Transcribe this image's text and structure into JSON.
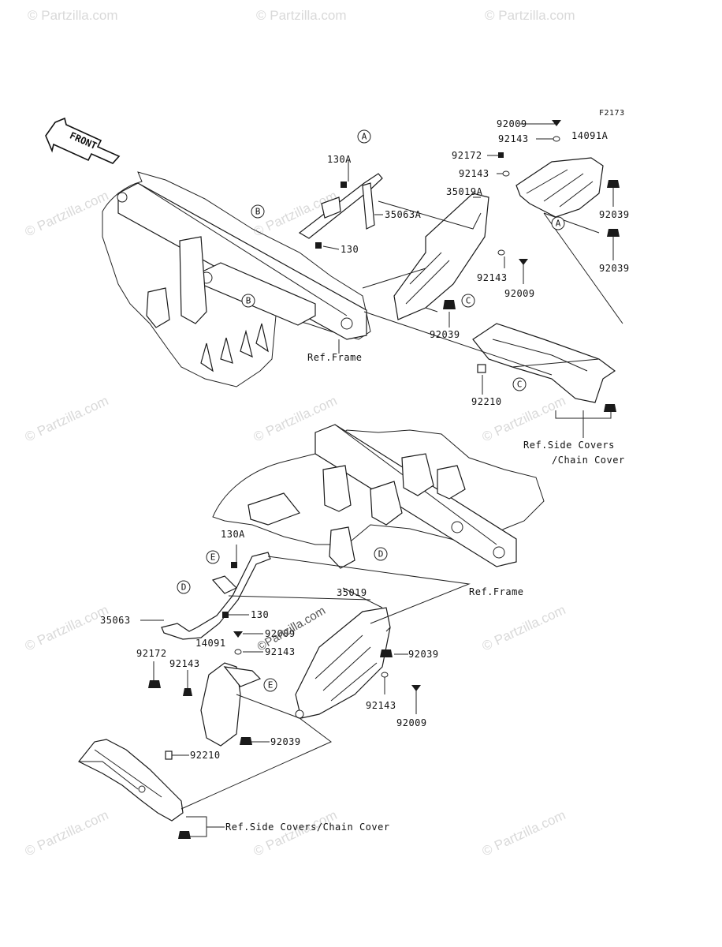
{
  "figure_code": "F2173",
  "front_label": "FRONT",
  "watermark": "© Partzilla.com",
  "center_watermark": "©Partzilla.com",
  "callouts": {
    "top": [
      "A",
      "B",
      "B",
      "A",
      "C",
      "C"
    ],
    "bottom": [
      "E",
      "D",
      "D",
      "E"
    ]
  },
  "labels_top": {
    "p92009a": "92009",
    "p92143a": "92143",
    "p14091A": "14091A",
    "p92172a": "92172",
    "p92143b": "92143",
    "p130A": "130A",
    "p35063A": "35063A",
    "p35019A": "35019A",
    "p92039a": "92039",
    "p92039b": "92039",
    "p130": "130",
    "p92143c": "92143",
    "p92009b": "92009",
    "p92039c": "92039",
    "refFrame": "Ref.Frame",
    "p92210": "92210",
    "refSide1": "Ref.Side Covers",
    "refSide2": "/Chain Cover"
  },
  "labels_bottom": {
    "p130A": "130A",
    "p35063": "35063",
    "p130": "130",
    "p35019": "35019",
    "p92009": "92009",
    "p92143": "92143",
    "p92039": "92039",
    "p14091": "14091",
    "p92172": "92172",
    "p92143b": "92143",
    "p92039b": "92039",
    "p92143c": "92143",
    "p92009b": "92009",
    "p92210": "92210",
    "refFrame": "Ref.Frame",
    "refSide": "Ref.Side Covers/Chain Cover"
  }
}
